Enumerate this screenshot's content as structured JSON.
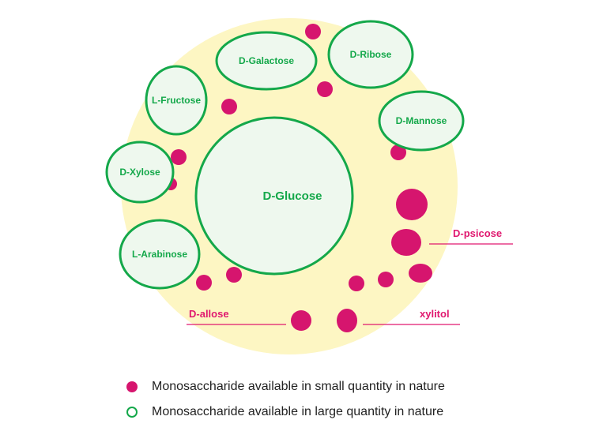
{
  "colors": {
    "background_circle": "#fdf6c3",
    "large_stroke": "#14a84a",
    "large_fill": "#eef8ee",
    "small_fill": "#d6156e",
    "pink_label": "#e0186f"
  },
  "large": {
    "glucose": "D-Glucose",
    "galactose": "D-Galactose",
    "ribose": "D-Ribose",
    "fructose": "L-Fructose",
    "mannose": "D-Mannose",
    "xylose": "D-Xylose",
    "arabinose": "L-Arabinose"
  },
  "small_labels": {
    "psicose": "D-psicose",
    "allose": "D-allose",
    "xylitol": "xylitol"
  },
  "legend": {
    "small": "Monosaccharide available in small quantity in nature",
    "large": "Monosaccharide available in large quantity in nature"
  }
}
